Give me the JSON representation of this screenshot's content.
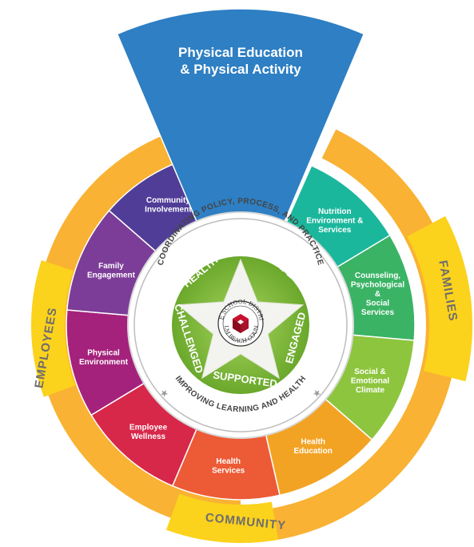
{
  "segments": [
    {
      "id": "nutrition",
      "lines": [
        "Nutrition",
        "Environment &",
        "Services"
      ],
      "color": "#1bb79c"
    },
    {
      "id": "counseling",
      "lines": [
        "Counseling,",
        "Psychological",
        "&",
        "Social",
        "Services"
      ],
      "color": "#3ab365"
    },
    {
      "id": "social",
      "lines": [
        "Social &",
        "Emotional",
        "Climate"
      ],
      "color": "#8dc53e"
    },
    {
      "id": "health-ed",
      "lines": [
        "Health",
        "Education"
      ],
      "color": "#f3a324"
    },
    {
      "id": "health-services",
      "lines": [
        "Health",
        "Services"
      ],
      "color": "#ec5b36"
    },
    {
      "id": "employee-wellness",
      "lines": [
        "Employee",
        "Wellness"
      ],
      "color": "#d7284a"
    },
    {
      "id": "physical-env",
      "lines": [
        "Physical",
        "Environment"
      ],
      "color": "#a4227b"
    },
    {
      "id": "family",
      "lines": [
        "Family",
        "Engagement"
      ],
      "color": "#7c3d98"
    },
    {
      "id": "community-inv",
      "lines": [
        "Community",
        "Involvement"
      ],
      "color": "#4f3d98"
    }
  ],
  "pe_segment": {
    "lines": [
      "Physical Education",
      "& Physical Activity"
    ],
    "color": "#2e7fc3"
  },
  "outer_labels": {
    "families": "FAMILIES",
    "employees": "EMPLOYEES",
    "community": "COMMUNITY"
  },
  "core": {
    "top_text": "COORDINATING POLICY, PROCESS, AND PRACTICE",
    "bottom_text": "IMPROVING LEARNING AND HEALTH",
    "star_words": [
      "HEALTHY",
      "SAFE",
      "ENGAGED",
      "SUPPORTED",
      "CHALLENGED"
    ],
    "logo_top": "THE SCHOOL DISTRICT",
    "logo_bottom": "PALM BEACH COUNTY"
  },
  "colors": {
    "outer_ring": "#f9b233",
    "tab": "#fbd21c",
    "core_green": "#8cc63f",
    "core_green_dark": "#6aa82c",
    "core_ring": "#e6e6e6"
  }
}
